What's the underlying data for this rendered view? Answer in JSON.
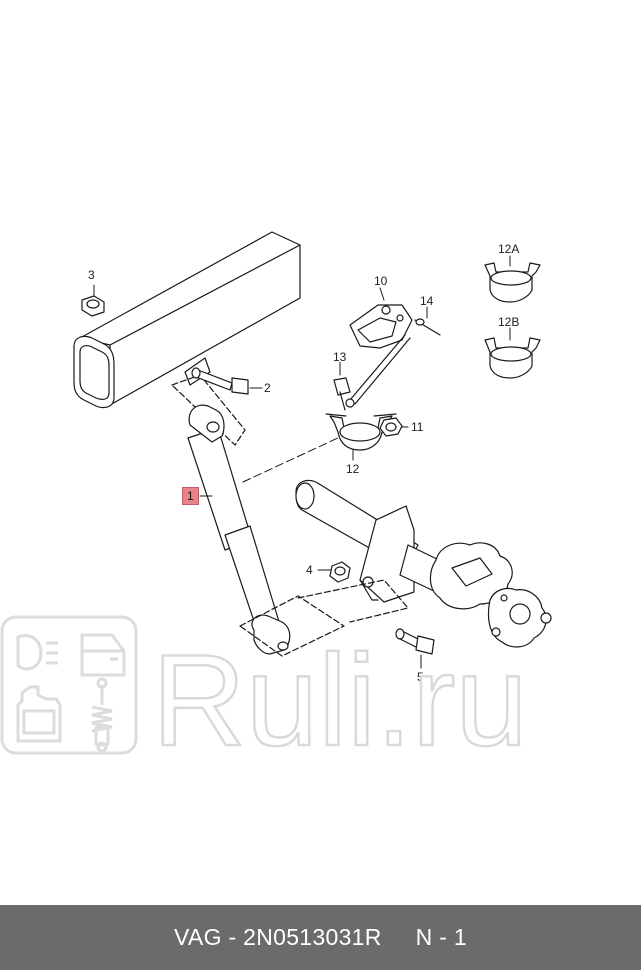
{
  "callouts": {
    "c1": "1",
    "c2": "2",
    "c3": "3",
    "c4": "4",
    "c5": "5",
    "c10": "10",
    "c11": "11",
    "c12": "12",
    "c12a": "12A",
    "c12b": "12B",
    "c13": "13",
    "c14": "14"
  },
  "watermark": {
    "text": "Ruli.ru",
    "color": "#e6e6e6",
    "icons": [
      "headlight-icon",
      "car-door-icon",
      "oil-canister-icon",
      "shock-absorber-icon"
    ]
  },
  "footer": {
    "part_number": "VAG - 2N0513031R",
    "quantity": "N - 1",
    "background": "#6b6b6b"
  },
  "colors": {
    "line": "#1a1a1a",
    "highlight": "#e8838b"
  }
}
